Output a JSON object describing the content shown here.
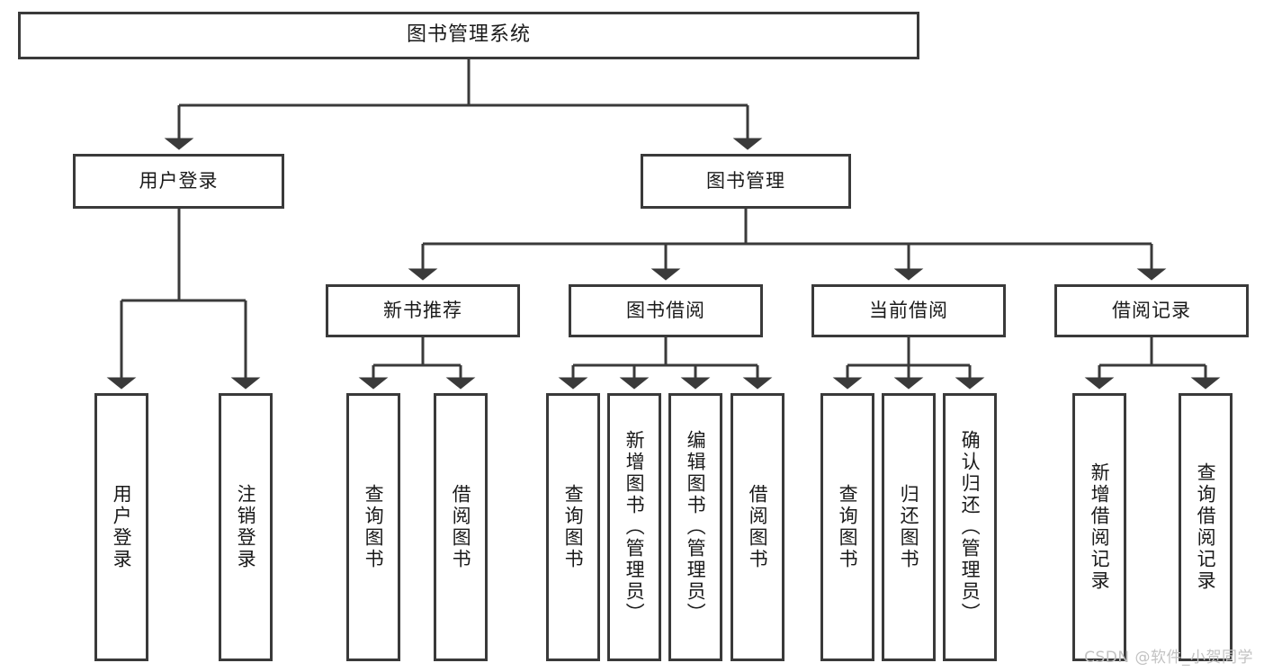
{
  "diagram": {
    "type": "hierarchy-tree",
    "title": "图书管理系统",
    "watermark": "CSDN @软件_小贺同学",
    "colors": {
      "background": "#ffffff",
      "stroke": "#3a3a3a",
      "text": "#1a1a1a",
      "watermark": "#c2c2c2"
    },
    "root": {
      "label": "图书管理系统"
    },
    "level2": [
      {
        "label": "用户登录"
      },
      {
        "label": "图书管理"
      }
    ],
    "level3": [
      {
        "label": "新书推荐"
      },
      {
        "label": "图书借阅"
      },
      {
        "label": "当前借阅"
      },
      {
        "label": "借阅记录"
      }
    ],
    "leaves": {
      "user_login": [
        {
          "label": "用户登录"
        },
        {
          "label": "注销登录"
        }
      ],
      "new_book_recommend": [
        {
          "label": "查询图书"
        },
        {
          "label": "借阅图书"
        }
      ],
      "book_borrow": [
        {
          "label": "查询图书"
        },
        {
          "label": "新增图书（管理员）"
        },
        {
          "label": "编辑图书（管理员）"
        },
        {
          "label": "借阅图书"
        }
      ],
      "current_borrow": [
        {
          "label": "查询图书"
        },
        {
          "label": "归还图书"
        },
        {
          "label": "确认归还（管理员）"
        }
      ],
      "borrow_record": [
        {
          "label": "新增借阅记录"
        },
        {
          "label": "查询借阅记录"
        }
      ]
    }
  }
}
